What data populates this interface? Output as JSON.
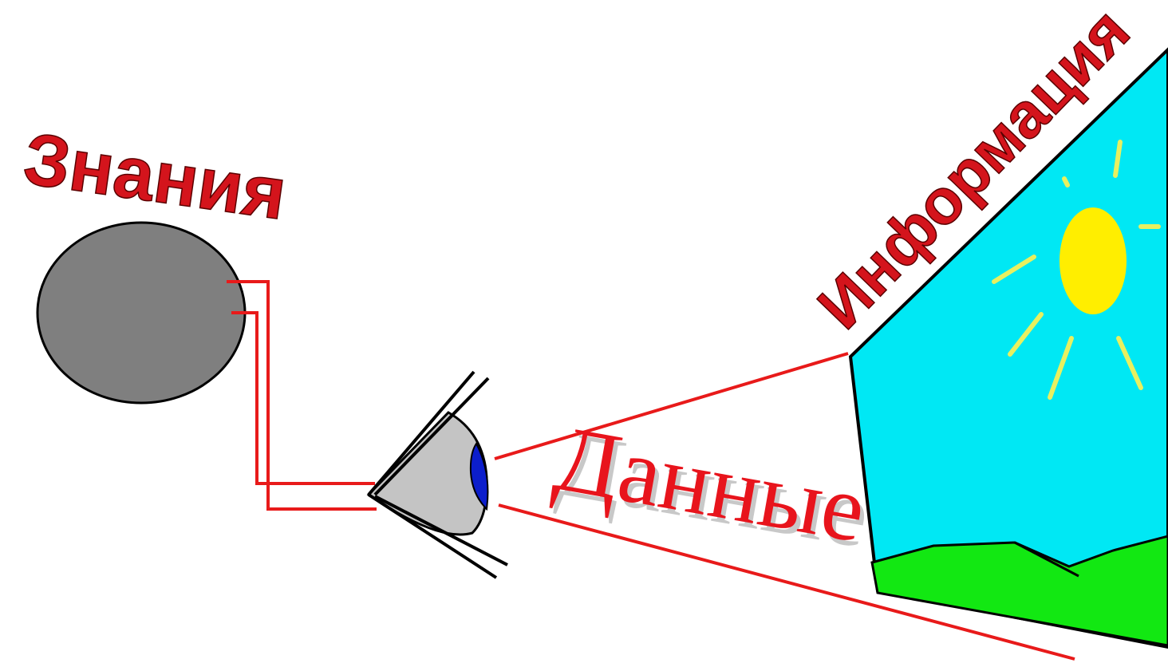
{
  "labels": {
    "knowledge": "Знания",
    "information": "Информация",
    "data": "Данные"
  },
  "colors": {
    "label_red": "#d4141c",
    "label_dark": "#5a0000",
    "line_red": "#e81a1a",
    "head_gray": "#7f7f7f",
    "eye_gray": "#c4c4c4",
    "pupil_blue": "#0c1ecc",
    "sky_cyan": "#00e8f4",
    "sun_yellow": "#ffee00",
    "ray_yellow": "#e8f060",
    "grass_green": "#12e812"
  },
  "icons": {
    "head": "brain-circle",
    "eye": "eye-icon",
    "picture": "landscape-with-sun"
  }
}
